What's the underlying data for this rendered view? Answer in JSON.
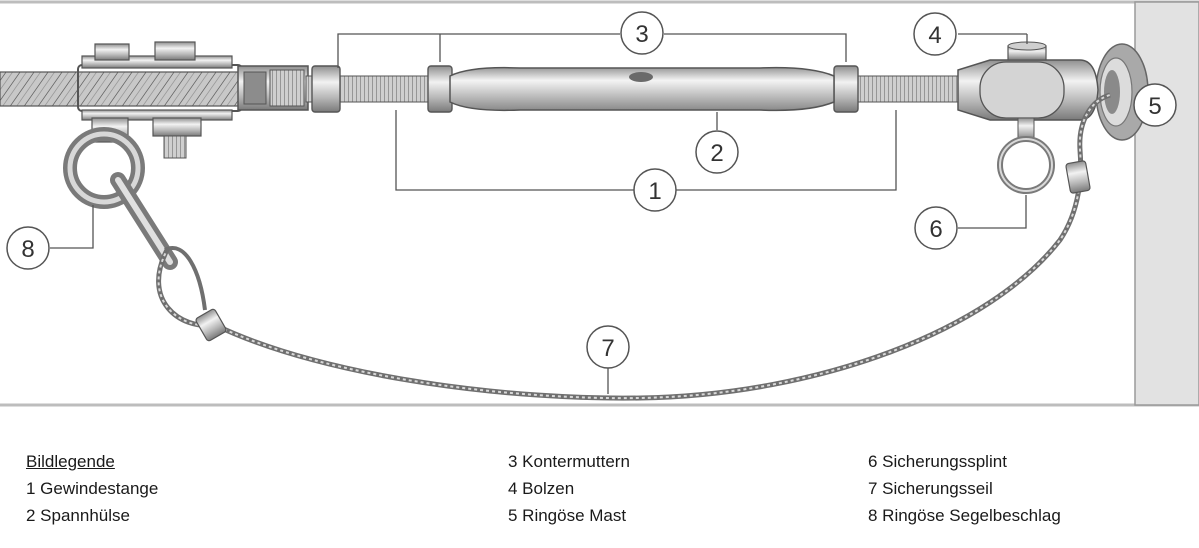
{
  "callouts": {
    "c1": "1",
    "c2": "2",
    "c3": "3",
    "c4": "4",
    "c5": "5",
    "c6": "6",
    "c7": "7",
    "c8": "8"
  },
  "legend": {
    "title": "Bildlegende",
    "col1": [
      "1 Gewindestange",
      "2 Spannhülse"
    ],
    "col2": [
      "3 Kontermuttern",
      "4 Bolzen",
      "5 Ringöse Mast"
    ],
    "col3": [
      "6 Sicherungssplint",
      "7 Sicherungsseil",
      "8 Ringöse Segelbeschlag"
    ]
  },
  "colors": {
    "steel": "#b8b8b8",
    "steel_dark": "#6e6e6e",
    "mast": "#e2e2e2",
    "callout_stroke": "#555555"
  }
}
